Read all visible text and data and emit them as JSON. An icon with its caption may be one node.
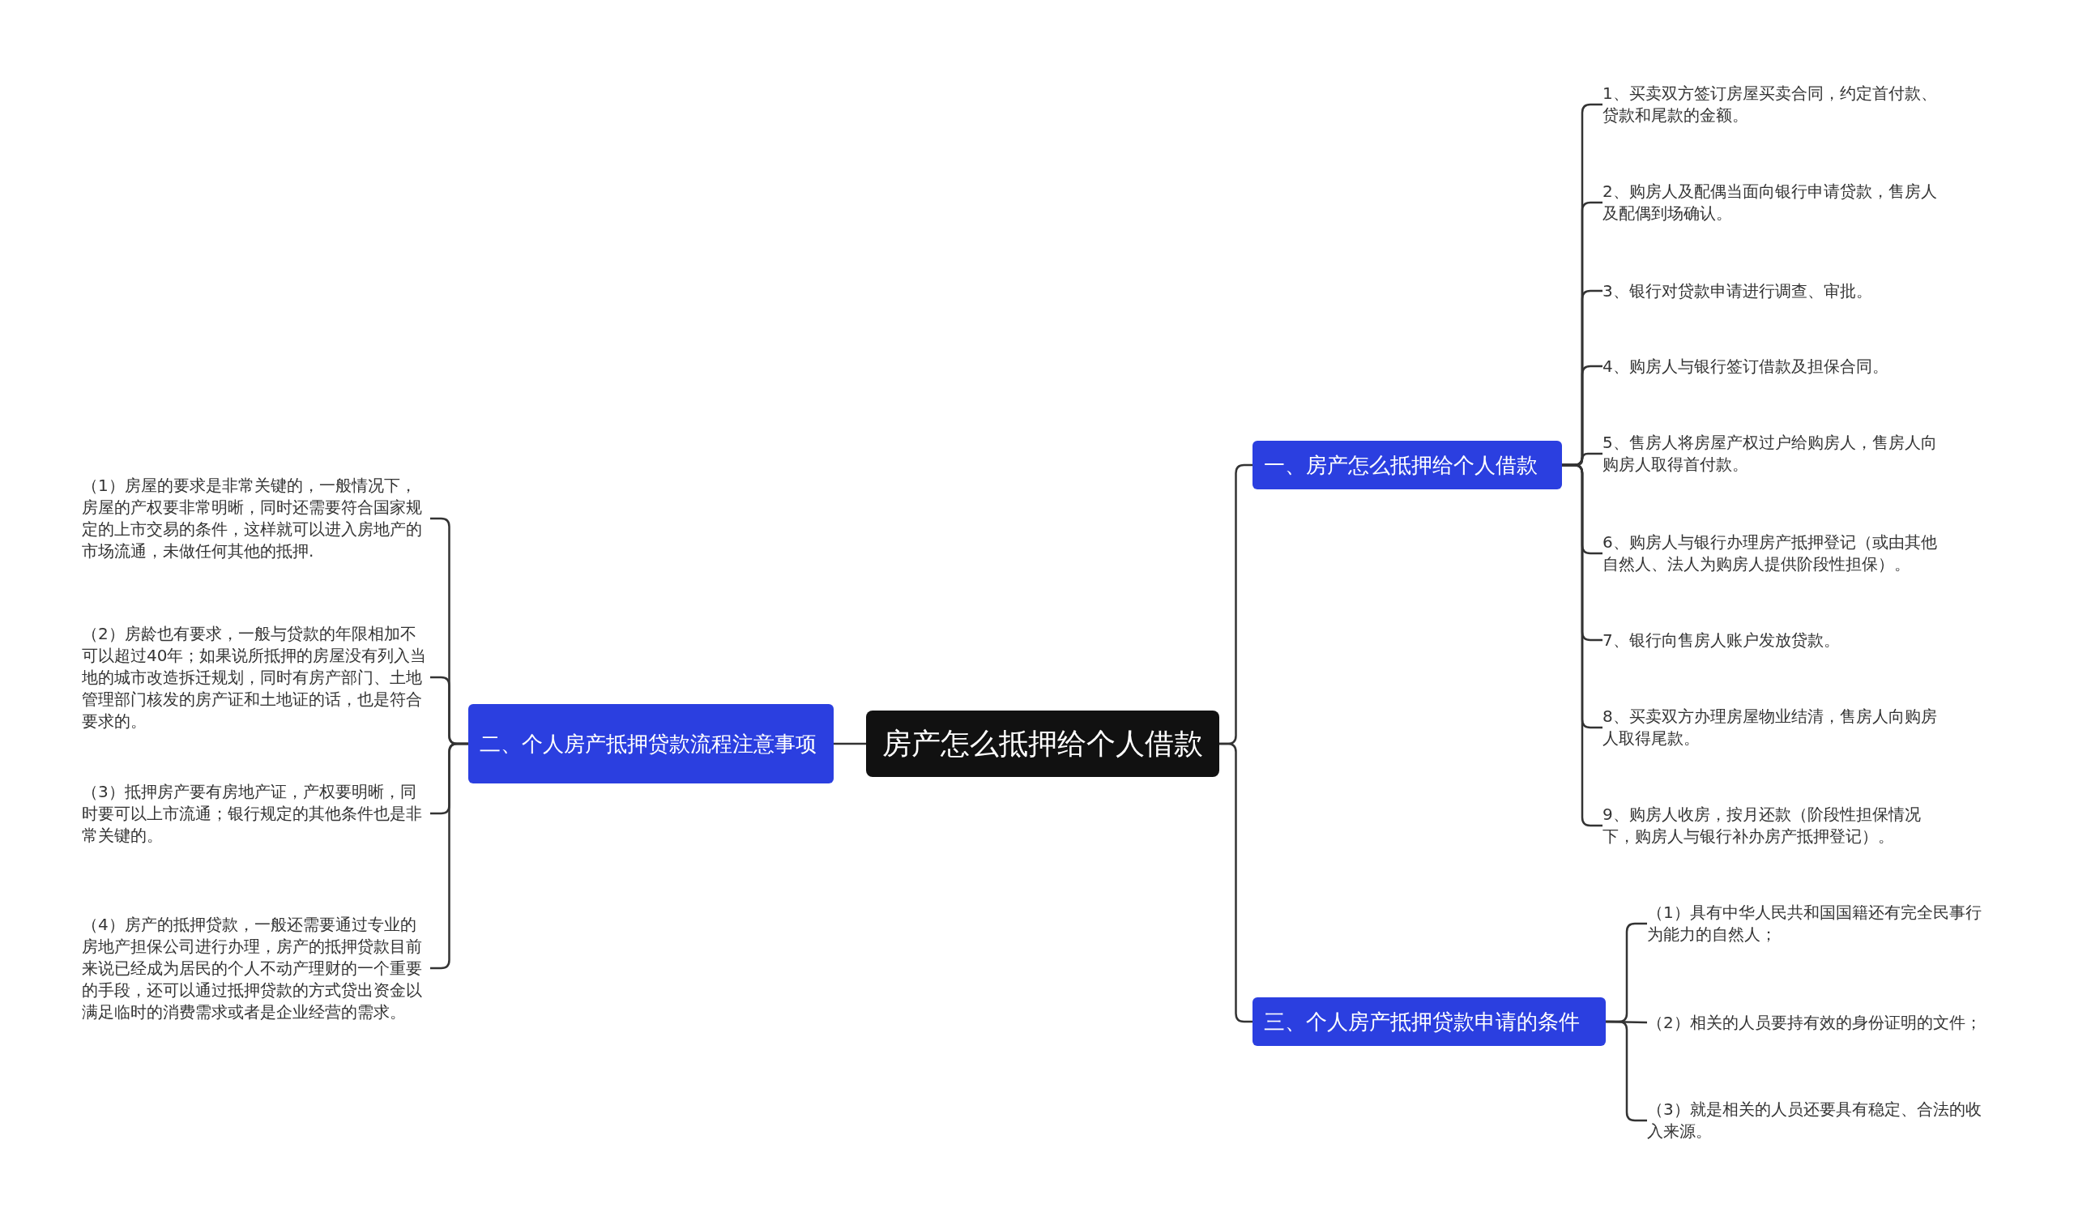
{
  "diagram": {
    "nodes": [
      {
        "text": [
          "房产怎么抵押给个人借款"
        ]
      },
      {
        "text": [
          "一、房产怎么抵押给个人借款"
        ]
      },
      {
        "text": [
          "1、买卖双方签订房屋买卖合同，约定首付款、贷款和尾款的金额。"
        ]
      },
      {
        "text": [
          "2、购房人及配偶当面向银行申请贷款，售房人及配偶到场确认。"
        ]
      },
      {
        "text": [
          "3、银行对贷款申请进行调查、审批。"
        ]
      },
      {
        "text": [
          "4、购房人与银行签订借款及担保合同。"
        ]
      },
      {
        "text": [
          "5、售房人将房屋产权过户给购房人，售房人向购房人取得首付款。"
        ]
      },
      {
        "text": [
          "6、购房人与银行办理房产抵押登记（或由其他自然人、法人为购房人提供阶段性担保）。"
        ]
      },
      {
        "text": [
          "7、银行向售房人账户发放贷款。"
        ]
      },
      {
        "text": [
          "8、买卖双方办理房屋物业结清，售房人向购房人取得尾款。"
        ]
      },
      {
        "text": [
          "9、购房人收房，按月还款（阶段性担保情况下，购房人与银行补办房产抵押登记）。"
        ]
      },
      {
        "text": [
          "三、个人房产抵押贷款申请的条件"
        ]
      },
      {
        "text": [
          "（1）具有中华人民共和国国籍还有完全民事行为能力的自然人；"
        ]
      },
      {
        "text": [
          "（2）相关的人员要持有效的身份证明的文件；"
        ]
      },
      {
        "text": [
          "（3）就是相关的人员还要具有稳定、合法的收入来源。"
        ]
      },
      {
        "text": [
          "二、个人房产抵押贷款流程注意事项"
        ]
      },
      {
        "text": [
          "（1）房屋的要求是非常关键的，一般情况下，房屋的产权要非常明晰，同时还需要符合国家规定的上市交易的条件，这样就可以进入房地产的市场流通，未做任何其他的抵押."
        ]
      },
      {
        "text": [
          "（2）房龄也有要求，一般与贷款的年限相加不可以超过40年；如果说所抵押的房屋没有列入当地的城市改造拆迁规划，同时有房产部门、土地管理部门核发的房产证和土地证的话，也是符合要求的。"
        ]
      },
      {
        "text": [
          "（3）抵押房产要有房地产证，产权要明晰，同时要可以上市流通；银行规定的其他条件也是非常关键的。"
        ]
      },
      {
        "text": [
          "（4）房产的抵押贷款，一般还需要通过专业的房地产担保公司进行办理，房产的抵押贷款目前来说已经成为居民的个人不动产理财的一个重要的手段，还可以通过抵押贷款的方式贷出资金以满足临时的消费需求或者是企业经营的需求。"
        ]
      }
    ],
    "edges": [
      {
        "from": 0,
        "to": 1,
        "arrow": "none"
      },
      {
        "from": 1,
        "to": 2,
        "arrow": "none"
      },
      {
        "from": 1,
        "to": 3,
        "arrow": "none"
      },
      {
        "from": 1,
        "to": 4,
        "arrow": "none"
      },
      {
        "from": 1,
        "to": 5,
        "arrow": "none"
      },
      {
        "from": 1,
        "to": 6,
        "arrow": "none"
      },
      {
        "from": 1,
        "to": 7,
        "arrow": "none"
      },
      {
        "from": 1,
        "to": 8,
        "arrow": "none"
      },
      {
        "from": 1,
        "to": 9,
        "arrow": "none"
      },
      {
        "from": 1,
        "to": 10,
        "arrow": "none"
      },
      {
        "from": 0,
        "to": 11,
        "arrow": "none"
      },
      {
        "from": 11,
        "to": 12,
        "arrow": "none"
      },
      {
        "from": 11,
        "to": 13,
        "arrow": "none"
      },
      {
        "from": 11,
        "to": 14,
        "arrow": "none"
      },
      {
        "from": 0,
        "to": 15,
        "arrow": "none"
      },
      {
        "from": 15,
        "to": 16,
        "arrow": "none"
      },
      {
        "from": 15,
        "to": 17,
        "arrow": "none"
      },
      {
        "from": 15,
        "to": 18,
        "arrow": "none"
      },
      {
        "from": 15,
        "to": 19,
        "arrow": "none"
      }
    ]
  }
}
